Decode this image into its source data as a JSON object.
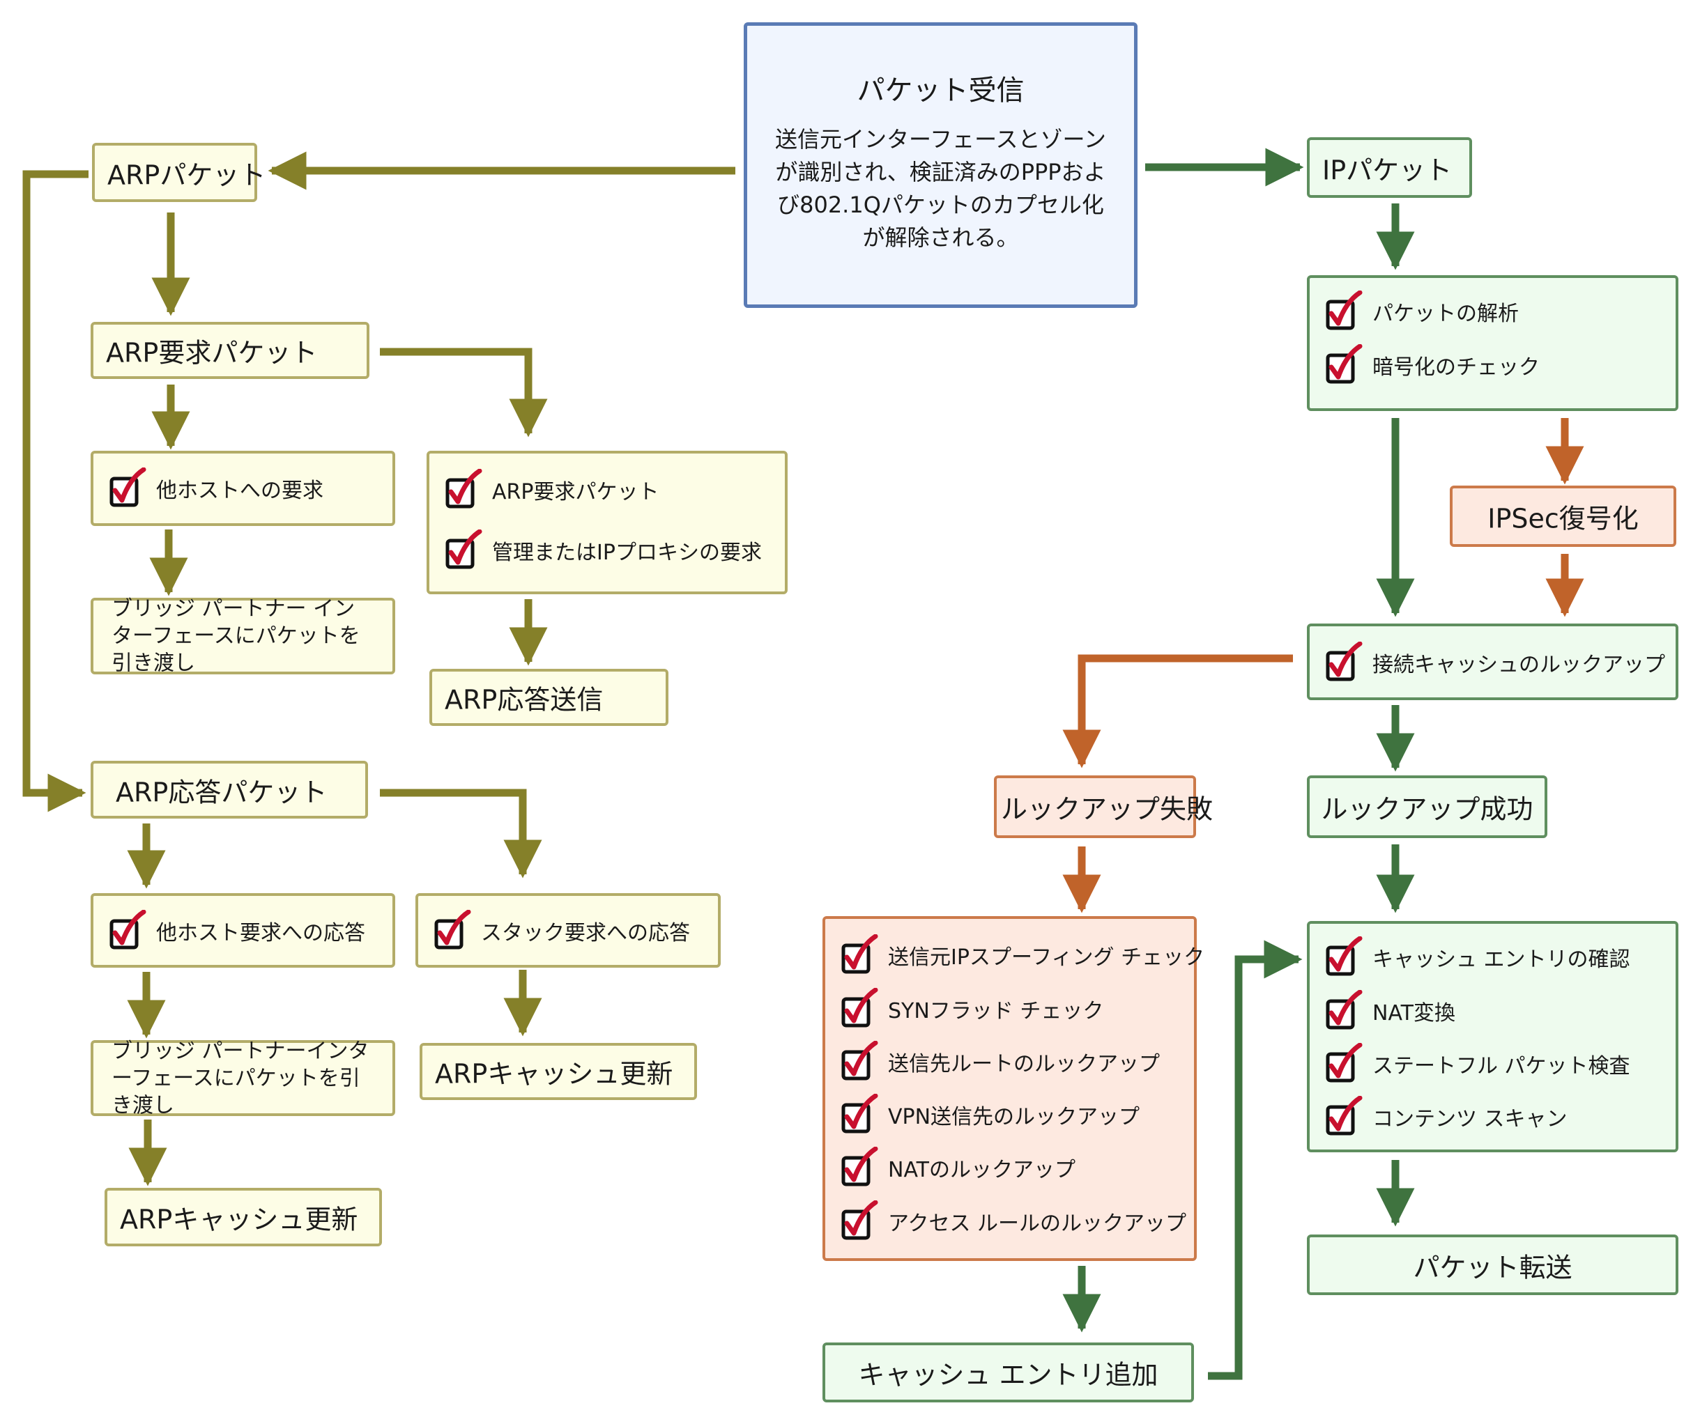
{
  "colors": {
    "olive": "#858029",
    "green": "#3f733f",
    "orange": "#c0632a",
    "check": "#c8102e"
  },
  "center": {
    "title": "パケット受信",
    "description": "送信元インターフェースとゾーンが識別され、検証済みのPPPおよび802.1Qパケットのカプセル化が解除される。"
  },
  "arp": {
    "packet": "ARPパケット",
    "request_packet": "ARP要求パケット",
    "request_other_hosts": "他ホストへの要求",
    "request_bridge": "ブリッジ パートナー インターフェースにパケットを引き渡し",
    "request_checks": [
      "ARP要求パケット",
      "管理またはIPプロキシの要求"
    ],
    "reply_send": "ARP応答送信",
    "reply_packet": "ARP応答パケット",
    "reply_other_hosts": "他ホスト要求への応答",
    "reply_bridge": "ブリッジ パートナーインターフェースにパケットを引き渡し",
    "reply_cache_left": "ARPキャッシュ更新",
    "reply_stack": "スタック要求への応答",
    "reply_cache_right": "ARPキャッシュ更新"
  },
  "ip": {
    "packet": "IPパケット",
    "parse_checks": [
      "パケットの解析",
      "暗号化のチェック"
    ],
    "ipsec": "IPSec復号化",
    "conn_lookup": "接続キャッシュのルックアップ",
    "lookup_fail": "ルックアップ失敗",
    "fail_checks": [
      "送信元IPスプーフィング チェック",
      "SYNフラッド チェック",
      "送信先ルートのルックアップ",
      "VPN送信先のルックアップ",
      "NATのルックアップ",
      "アクセス ルールのルックアップ"
    ],
    "cache_add": "キャッシュ エントリ追加",
    "lookup_success": "ルックアップ成功",
    "success_checks": [
      "キャッシュ エントリの確認",
      "NAT変換",
      "ステートフル パケット検査",
      "コンテンツ スキャン"
    ],
    "forward": "パケット転送"
  }
}
